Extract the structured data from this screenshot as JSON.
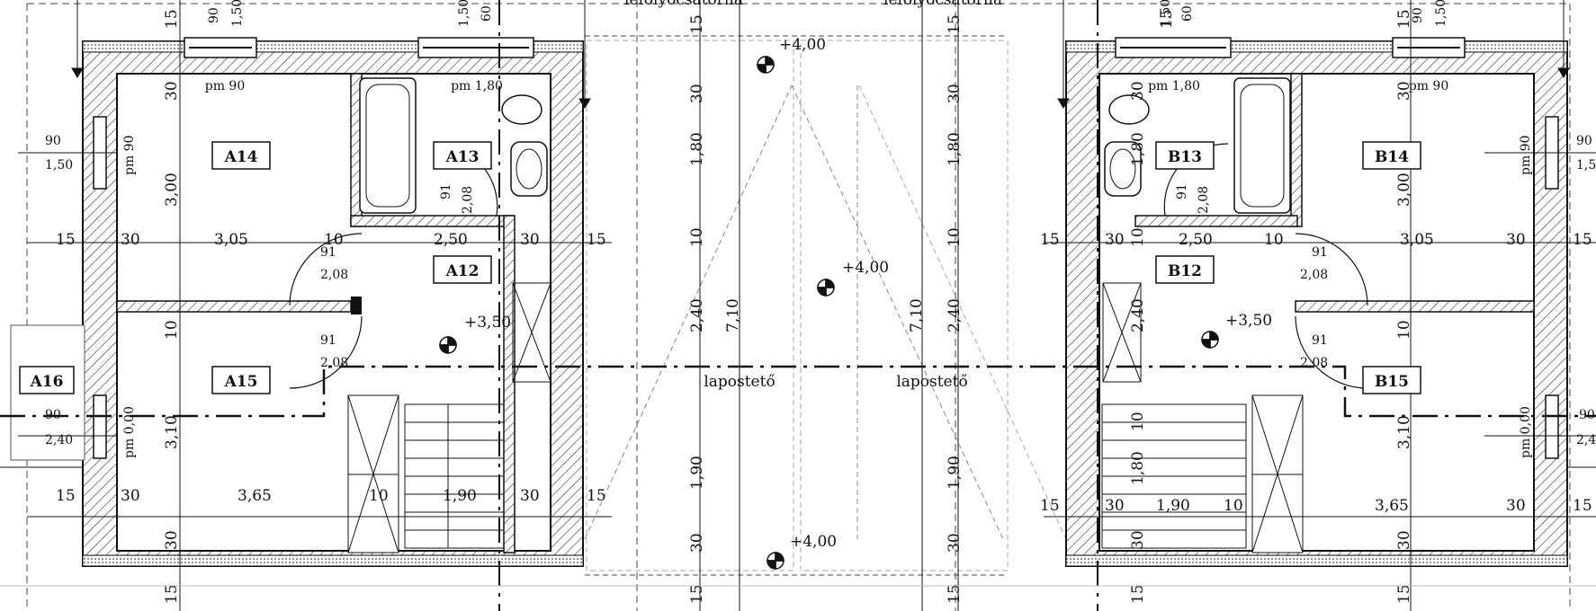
{
  "rooms": {
    "a14": "A14",
    "a13": "A13",
    "a12": "A12",
    "a15": "A15",
    "a16": "A16",
    "b13": "B13",
    "b14": "B14",
    "b12": "B12",
    "b15": "B15"
  },
  "levels": {
    "roof": "+4,00",
    "floor": "+3,50"
  },
  "roof_label": "lapostető",
  "gutter_label": "lefolyócsatorna",
  "windows": {
    "pm90": "pm 90",
    "pm180": "pm 1,80",
    "pm000": "pm 0,00",
    "w90": "90",
    "w150": "1,50",
    "w240": "2,40",
    "w60": "60"
  },
  "doors": {
    "d91": "91",
    "d208": "2,08"
  },
  "dims": {
    "d15": "15",
    "d30": "30",
    "d10": "10",
    "d305": "3,05",
    "d250": "2,50",
    "d365": "3,65",
    "d190": "1,90",
    "d300": "3,00",
    "d310": "3,10",
    "d180": "1,80",
    "d240": "2,40",
    "d710": "7,10"
  }
}
